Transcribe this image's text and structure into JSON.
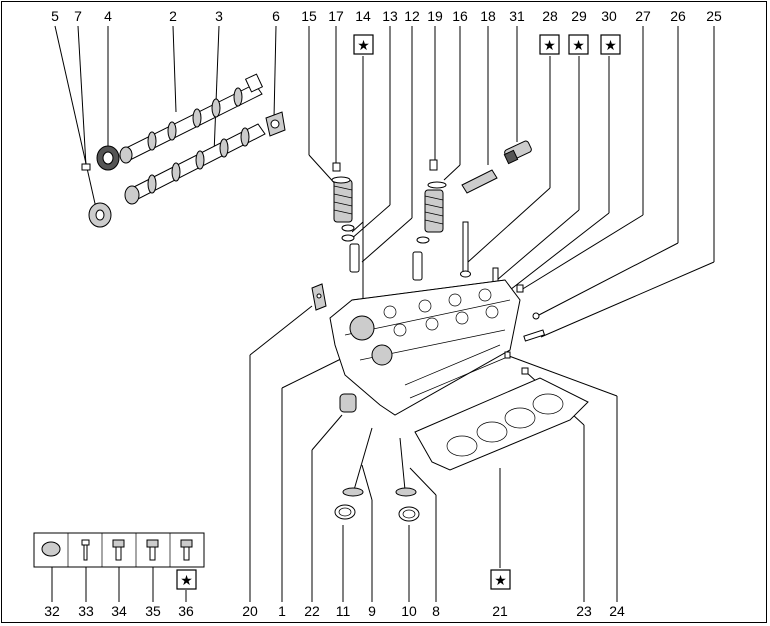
{
  "callouts_top": [
    "5",
    "7",
    "4",
    "2",
    "3",
    "6",
    "15",
    "17",
    "14",
    "13",
    "12",
    "19",
    "16",
    "18",
    "31",
    "28",
    "29",
    "30",
    "27",
    "26",
    "25"
  ],
  "callouts_bottom": [
    "32",
    "33",
    "34",
    "35",
    "36",
    "20",
    "1",
    "22",
    "11",
    "9",
    "10",
    "8",
    "21",
    "23",
    "24"
  ],
  "star_symbol": "★"
}
